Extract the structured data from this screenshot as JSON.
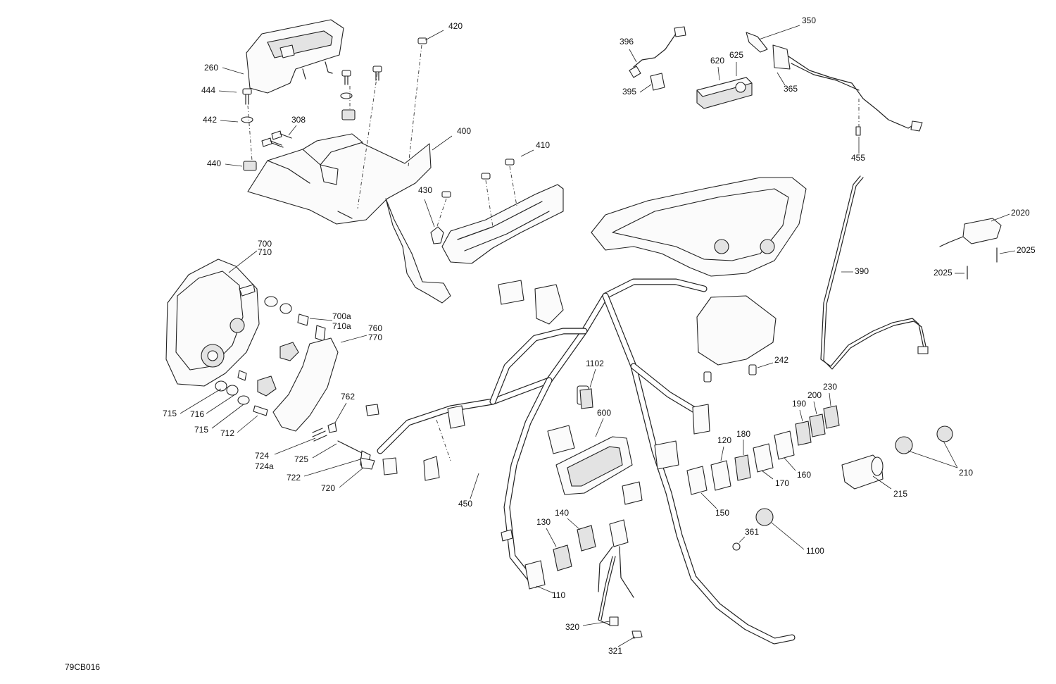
{
  "drawing_ref": "79CB016",
  "callouts": [
    {
      "id": "c420",
      "text": "420"
    },
    {
      "id": "c260",
      "text": "260"
    },
    {
      "id": "c444",
      "text": "444"
    },
    {
      "id": "c442",
      "text": "442"
    },
    {
      "id": "c308",
      "text": "308"
    },
    {
      "id": "c440",
      "text": "440"
    },
    {
      "id": "c400",
      "text": "400"
    },
    {
      "id": "c410",
      "text": "410"
    },
    {
      "id": "c430",
      "text": "430"
    },
    {
      "id": "c396",
      "text": "396"
    },
    {
      "id": "c395",
      "text": "395"
    },
    {
      "id": "c620",
      "text": "620"
    },
    {
      "id": "c625",
      "text": "625"
    },
    {
      "id": "c350",
      "text": "350"
    },
    {
      "id": "c365",
      "text": "365"
    },
    {
      "id": "c455",
      "text": "455"
    },
    {
      "id": "c2020",
      "text": "2020"
    },
    {
      "id": "c2025a",
      "text": "2025"
    },
    {
      "id": "c2025b",
      "text": "2025"
    },
    {
      "id": "c390",
      "text": "390"
    },
    {
      "id": "c700",
      "text": "700"
    },
    {
      "id": "c710",
      "text": "710"
    },
    {
      "id": "c700a",
      "text": "700a"
    },
    {
      "id": "c710a",
      "text": "710a"
    },
    {
      "id": "c760",
      "text": "760"
    },
    {
      "id": "c770",
      "text": "770"
    },
    {
      "id": "c242",
      "text": "242"
    },
    {
      "id": "c1102",
      "text": "1102"
    },
    {
      "id": "c600",
      "text": "600"
    },
    {
      "id": "c715a",
      "text": "715"
    },
    {
      "id": "c716",
      "text": "716"
    },
    {
      "id": "c715b",
      "text": "715"
    },
    {
      "id": "c712",
      "text": "712"
    },
    {
      "id": "c762",
      "text": "762"
    },
    {
      "id": "c724",
      "text": "724"
    },
    {
      "id": "c724a",
      "text": "724a"
    },
    {
      "id": "c725",
      "text": "725"
    },
    {
      "id": "c722",
      "text": "722"
    },
    {
      "id": "c720",
      "text": "720"
    },
    {
      "id": "c450",
      "text": "450"
    },
    {
      "id": "c230",
      "text": "230"
    },
    {
      "id": "c200",
      "text": "200"
    },
    {
      "id": "c190",
      "text": "190"
    },
    {
      "id": "c180",
      "text": "180"
    },
    {
      "id": "c120",
      "text": "120"
    },
    {
      "id": "c160",
      "text": "160"
    },
    {
      "id": "c170",
      "text": "170"
    },
    {
      "id": "c150",
      "text": "150"
    },
    {
      "id": "c215",
      "text": "215"
    },
    {
      "id": "c210",
      "text": "210"
    },
    {
      "id": "c361",
      "text": "361"
    },
    {
      "id": "c1100",
      "text": "1100"
    },
    {
      "id": "c140",
      "text": "140"
    },
    {
      "id": "c130",
      "text": "130"
    },
    {
      "id": "c110",
      "text": "110"
    },
    {
      "id": "c320",
      "text": "320"
    },
    {
      "id": "c321",
      "text": "321"
    }
  ]
}
